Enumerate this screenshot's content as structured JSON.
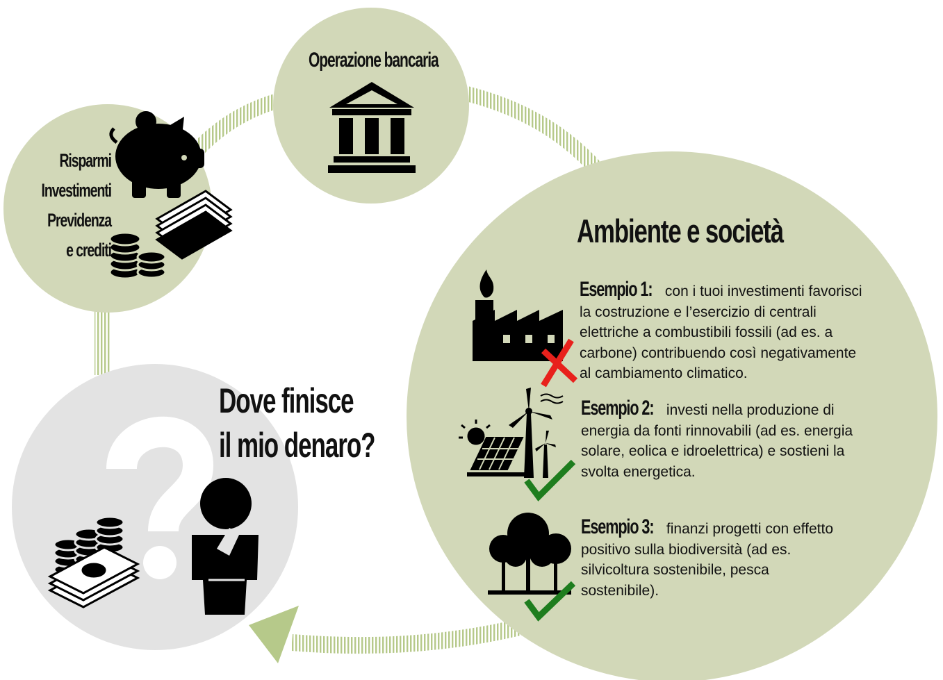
{
  "colors": {
    "green_circle": "#d2d8b8",
    "grey_circle": "#e3e3e3",
    "arrow_stripes": "#b6c98a",
    "icon_dark": "#000000",
    "cross_red": "#e8211c",
    "check_green": "#1e7d1e"
  },
  "savings": {
    "lines": [
      "Risparmi",
      "Investimenti",
      "Previdenza",
      "e crediti"
    ],
    "icons": [
      "piggy-bank-icon",
      "banknotes-icon",
      "coins-icon"
    ]
  },
  "bank": {
    "title": "Operazione bancaria",
    "icon": "bank-building-icon"
  },
  "question": {
    "line1": "Dove finisce",
    "line2": "il mio denaro?",
    "icons": [
      "question-mark-icon",
      "money-stack-icon",
      "thinking-person-icon"
    ]
  },
  "environment": {
    "title": "Ambiente e società",
    "examples": [
      {
        "head": "Esempio 1:",
        "lines": [
          " con i tuoi investimenti favorisci",
          "la costruzione e l’esercizio di centrali",
          "elettriche a combustibili fossili (ad es. a",
          "carbone) contribuendo così negativamente",
          "al cambiamento climatico."
        ],
        "icon": "factory-icon",
        "mark": "cross-icon"
      },
      {
        "head": "Esempio 2:",
        "lines": [
          " investi nella produzione di",
          "energia da fonti rinnovabili (ad es. energia",
          "solare, eolica e idroelettrica) e sostieni la",
          "svolta energetica."
        ],
        "icon": "renewable-energy-icon",
        "mark": "checkmark-icon"
      },
      {
        "head": "Esempio 3:",
        "lines": [
          " finanzi progetti con effetto",
          "positivo sulla biodiversità (ad es.",
          "silvicoltura sostenibile, pesca",
          "sostenibile)."
        ],
        "icon": "trees-icon",
        "mark": "checkmark-icon"
      }
    ]
  }
}
